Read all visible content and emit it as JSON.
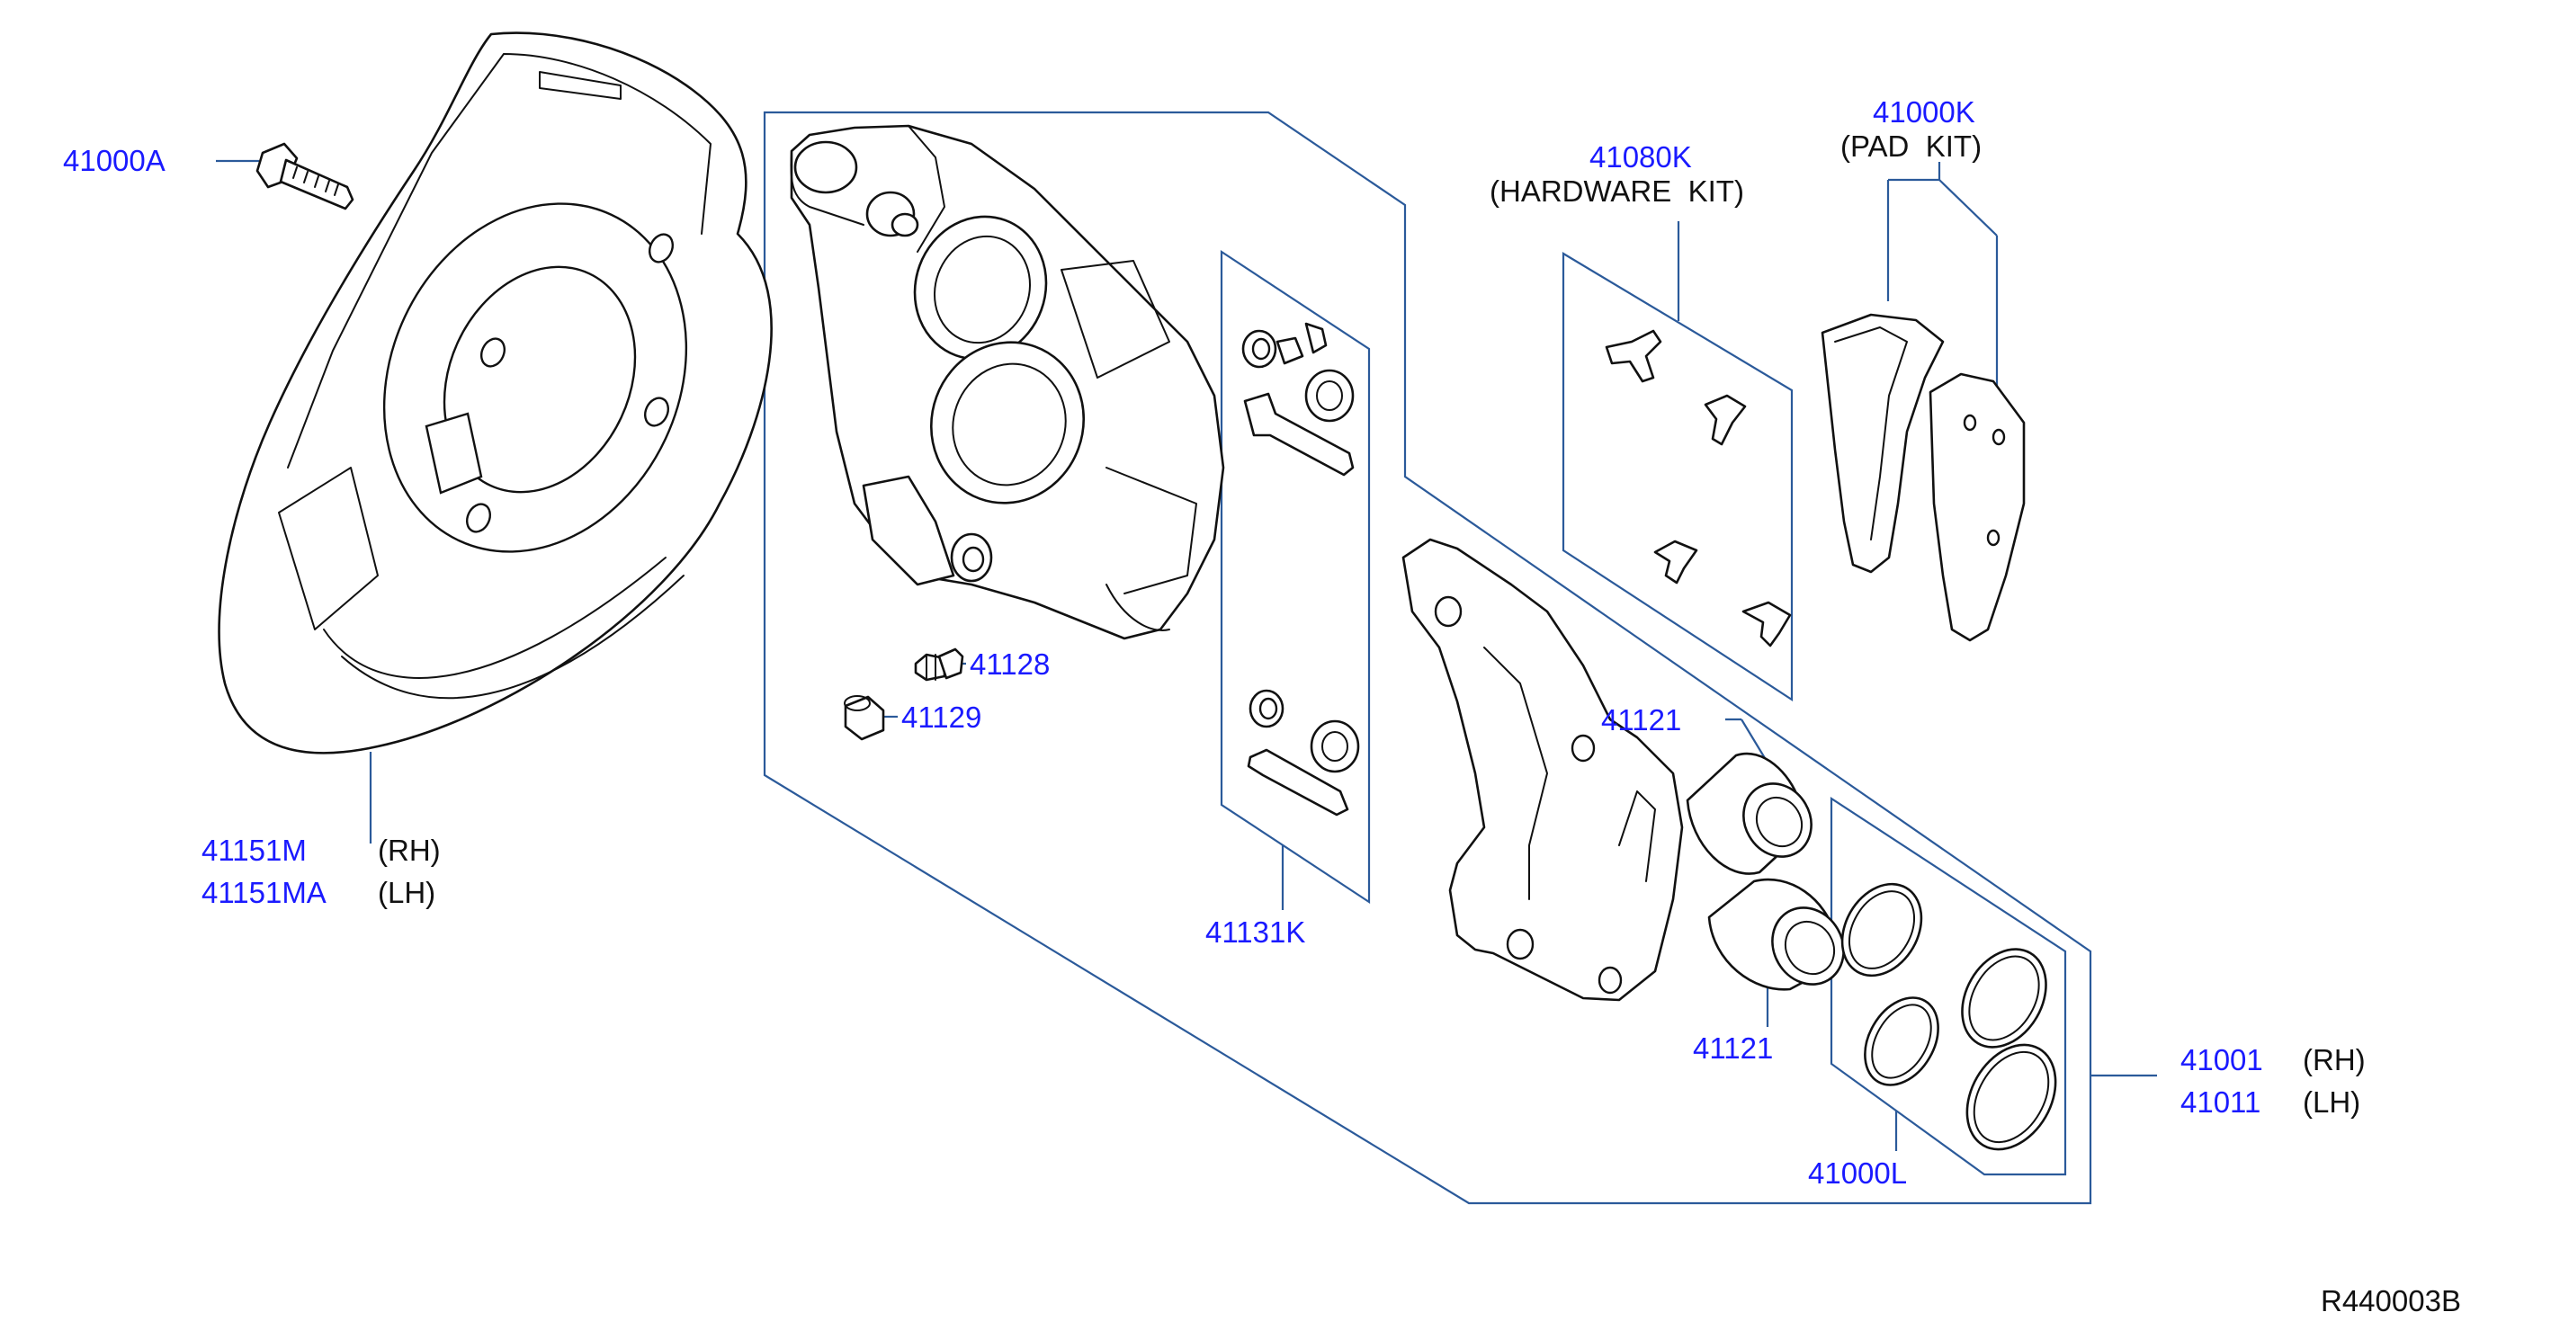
{
  "diagram": {
    "part_labels": {
      "bolt": "41000A",
      "shield_rh": "41151M",
      "shield_lh": "41151MA",
      "bleeder_screw": "41128",
      "bleeder_cap": "41129",
      "pin_kit": "41131K",
      "hardware_kit": "41080K",
      "pad_kit": "41000K",
      "piston_upper": "41121",
      "piston_lower": "41121",
      "caliper_rh": "41001",
      "caliper_lh": "41011",
      "seal_kit": "41000L"
    },
    "side_labels": {
      "shield_rh": "(RH)",
      "shield_lh": "(LH)",
      "caliper_rh": "(RH)",
      "caliper_lh": "(LH)"
    },
    "kit_names": {
      "hardware_kit": "(HARDWARE  KIT)",
      "pad_kit": "(PAD  KIT)"
    },
    "reference_code": "R440003B"
  }
}
